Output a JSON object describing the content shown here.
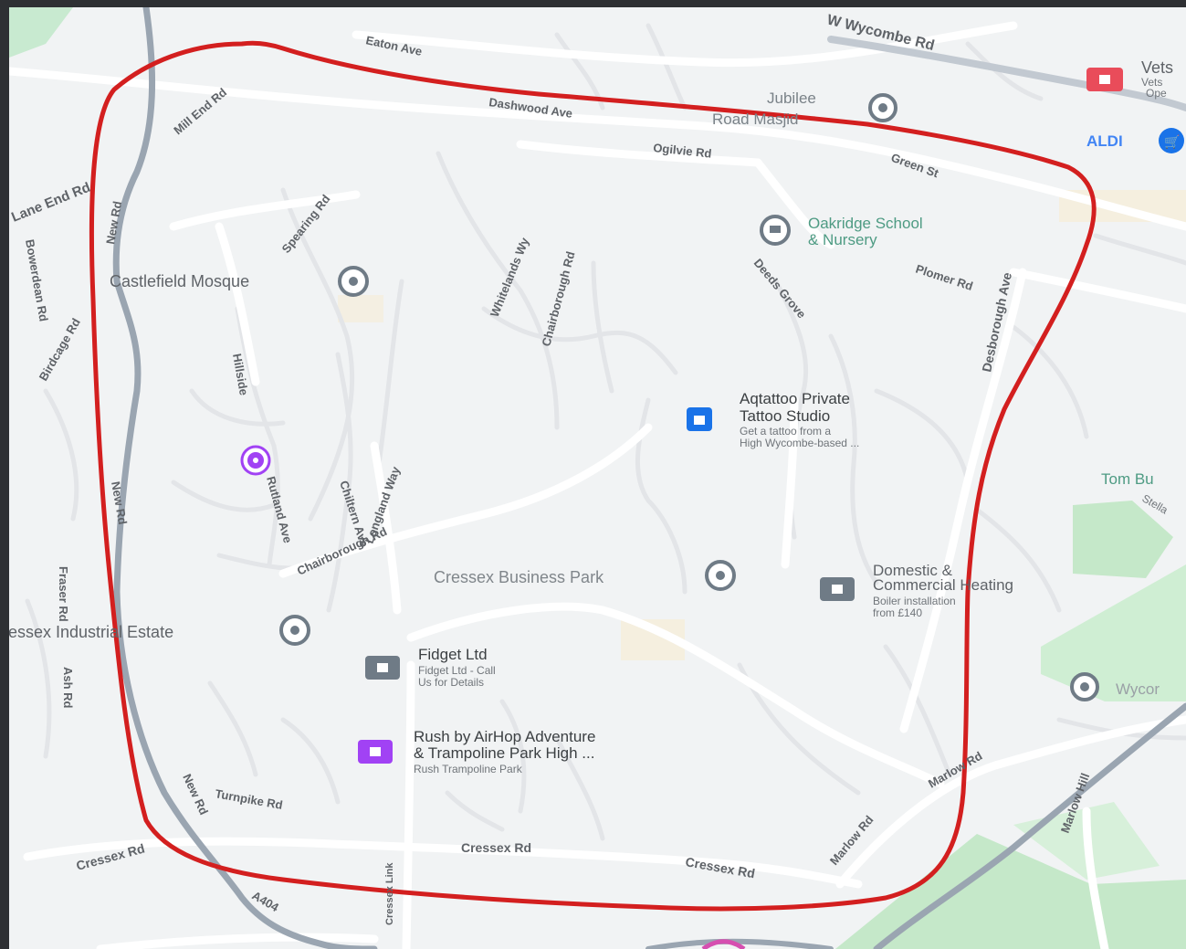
{
  "colors": {
    "background": "#f1f3f4",
    "road": "#ffffff",
    "minor_road": "#e3e5e8",
    "major_road": "#9aa5b1",
    "park": "#c5e8c9",
    "boundary": "#d31f1f",
    "label": "#5f6368",
    "poi_gray": "#6f7b86",
    "poi_blue": "#1a73e8",
    "poi_purple": "#a142f4",
    "poi_red": "#e94c5a"
  },
  "road_labels": {
    "eaton_ave": "Eaton Ave",
    "west_wycombe_rd": "W Wycombe Rd",
    "mill_end_rd": "Mill End Rd",
    "dashwood_ave": "Dashwood Ave",
    "ogilvie_rd": "Ogilvie Rd",
    "green_st": "Green St",
    "spearing_rd": "Spearing Rd",
    "whitelands_wy": "Whitelands Wy",
    "chairborough_rd_north": "Chairborough Rd",
    "deeds_grove": "Deeds Grove",
    "plomer_rd": "Plomer Rd",
    "desborough_ave": "Desborough Ave",
    "rutland_ave": "Rutland Ave",
    "chiltern_ave": "Chiltern Ave",
    "longland_way": "Longland Way",
    "chairborough_rd_south": "Chairborough Rd",
    "new_rd_north": "New Rd",
    "new_rd_mid": "New Rd",
    "new_rd_south": "New Rd",
    "turnpike_rd": "Turnpike Rd",
    "cressex_rd_west": "Cressex Rd",
    "cressex_rd_mid": "Cressex Rd",
    "cressex_rd_east": "Cressex Rd",
    "cressex_link": "Cressex Link",
    "marlow_rd_north": "Marlow Rd",
    "marlow_rd_south": "Marlow Rd",
    "marlow_hill": "Marlow Hill",
    "a404": "A404",
    "fraser_rd": "Fraser Rd",
    "ash_rd": "Ash Rd",
    "lane_end_rd": "Lane End Rd",
    "bowerdean_rd": "Bowerdean Rd",
    "birdcage_rd": "Birdcage Rd",
    "hillside": "Hillside",
    "road_mosque": "Road Masjid",
    "jubilee": "Jubilee"
  },
  "pois": {
    "vets": {
      "title": "Vets",
      "line1": "Vets",
      "line2": "Ope",
      "icon": "vet-icon"
    },
    "aldi": {
      "title": "ALDI",
      "icon": "shopping-cart-icon"
    },
    "oakridge": {
      "title_line1": "Oakridge School",
      "title_line2": "& Nursery",
      "icon": "school-icon"
    },
    "castlefield": {
      "title": "Castlefield Mosque",
      "icon": "mosque-icon"
    },
    "aqtattoo": {
      "title_line1": "Aqtattoo Private",
      "title_line2": "Tattoo Studio",
      "sub_line1": "Get a tattoo from a",
      "sub_line2": "High Wycombe-based ...",
      "icon": "shopping-bag-icon"
    },
    "cressex_business": {
      "title": "Cressex Business Park",
      "icon": "pin-icon"
    },
    "domestic": {
      "title_line1": "Domestic &",
      "title_line2": "Commercial Heating",
      "sub_line1": "Boiler installation",
      "sub_line2": "from £140",
      "icon": "briefcase-icon"
    },
    "cressex_industrial": {
      "title": "Cressex Industrial Estate",
      "icon": "pin-icon"
    },
    "fidget": {
      "title": "Fidget Ltd",
      "sub_line1": "Fidget Ltd - Call",
      "sub_line2": "Us for Details",
      "icon": "briefcase-icon"
    },
    "rush": {
      "title_line1": "Rush by AirHop Adventure",
      "title_line2": "& Trampoline Park High ...",
      "sub_line1": "Rush Trampoline Park",
      "icon": "activity-icon"
    },
    "tom_burt": {
      "title": "Tom Bu",
      "sub": "Stella",
      "icon": "park-icon"
    },
    "wycombe": {
      "title": "Wycor",
      "icon": "pin-icon"
    },
    "purple_marker": {
      "icon": "camera-icon"
    }
  }
}
